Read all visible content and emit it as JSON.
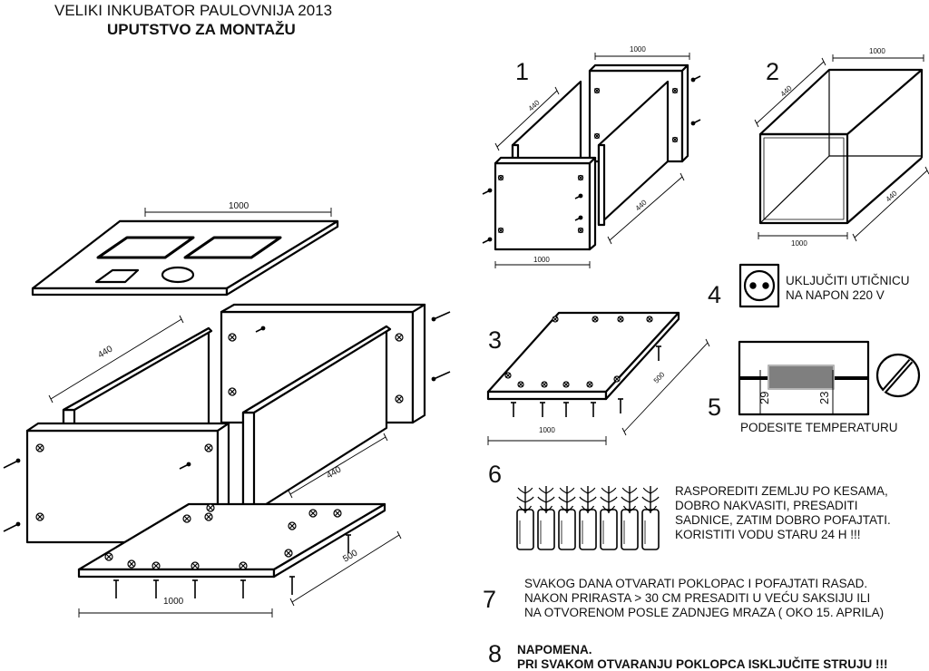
{
  "header": {
    "title": "VELIKI INKUBATOR PAULOVNIJA 2013",
    "subtitle": "UPUTSTVO ZA MONTAŽU"
  },
  "dimensions": {
    "lid_width": "1000",
    "side_depth": "440",
    "base_depth": "500",
    "base_width": "1000"
  },
  "steps": {
    "s1": {
      "number": "1",
      "top": "1000",
      "left": "440",
      "right": "440",
      "bottom": "1000"
    },
    "s2": {
      "number": "2",
      "top": "1000",
      "left": "440",
      "right": "440",
      "bottom": "1000"
    },
    "s3": {
      "number": "3",
      "width": "1000",
      "depth": "500"
    },
    "s4": {
      "number": "4",
      "line1": "UKLJUČITI UTIČNICU",
      "line2": "NA NAPON 220 V"
    },
    "s5": {
      "number": "5",
      "scale_min": "29",
      "scale_max": "23",
      "label": "PODESITE TEMPERATURU"
    },
    "s6": {
      "number": "6",
      "lines": [
        "RASPOREDITI ZEMLJU PO KESAMA,",
        "DOBRO NAKVASITI, PRESADITI",
        "SADNICE, ZATIM DOBRO POFAJTATI.",
        "KORISTITI VODU STARU 24 H !!!"
      ]
    },
    "s7": {
      "number": "7",
      "lines": [
        "SVAKOG DANA OTVARATI POKLOPAC I POFAJTATI RASAD.",
        "NAKON PRIRASTA > 30 CM PRESADITI U VEĆU SAKSIJU ILI",
        "NA OTVORENOM POSLE ZADNJEG MRAZA ( OKO 15. APRILA)"
      ]
    },
    "s8": {
      "number": "8",
      "lines": [
        "NAPOMENA.",
        "PRI SVAKOM OTVARANJU POKLOPCA ISKLJUČITE STRUJU !!!"
      ]
    }
  }
}
